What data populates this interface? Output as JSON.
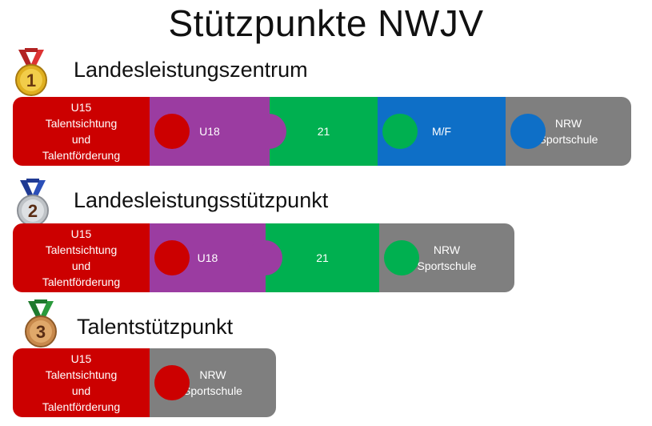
{
  "title": "Stützpunkte NWJV",
  "colors": {
    "red": "#cc0000",
    "purple": "#9b3ca1",
    "green": "#00b050",
    "blue": "#0e6fc7",
    "gray": "#7f7f7f"
  },
  "levels": [
    {
      "rank": "1",
      "medal": "gold-medal-icon",
      "heading": "Landesleistungszentrum",
      "segments": [
        {
          "lines": [
            "U15",
            "Talentsichtung",
            "und",
            "Talentförderung"
          ],
          "color": "red"
        },
        {
          "lines": [
            "U18"
          ],
          "color": "purple"
        },
        {
          "lines": [
            "21"
          ],
          "color": "green"
        },
        {
          "lines": [
            "M/F"
          ],
          "color": "blue"
        },
        {
          "lines": [
            "NRW",
            "Sportschule"
          ],
          "color": "gray"
        }
      ]
    },
    {
      "rank": "2",
      "medal": "silver-medal-icon",
      "heading": "Landesleistungsstützpunkt",
      "segments": [
        {
          "lines": [
            "U15",
            "Talentsichtung",
            "und",
            "Talentförderung"
          ],
          "color": "red"
        },
        {
          "lines": [
            "U18"
          ],
          "color": "purple"
        },
        {
          "lines": [
            "21"
          ],
          "color": "green"
        },
        {
          "lines": [
            "NRW",
            "Sportschule"
          ],
          "color": "gray"
        }
      ]
    },
    {
      "rank": "3",
      "medal": "bronze-medal-icon",
      "heading": "Talentstützpunkt",
      "segments": [
        {
          "lines": [
            "U15",
            "Talentsichtung",
            "und",
            "Talentförderung"
          ],
          "color": "red"
        },
        {
          "lines": [
            "NRW",
            "Sportschule"
          ],
          "color": "gray"
        }
      ]
    }
  ]
}
